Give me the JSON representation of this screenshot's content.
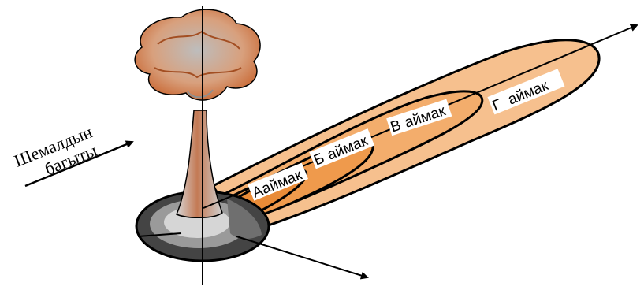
{
  "wind": {
    "line1": "Шемалдын",
    "line2": "багыты"
  },
  "zones": [
    {
      "letter": "А",
      "word": "аймак"
    },
    {
      "letter": "Б",
      "word": "аймак"
    },
    {
      "letter": "В",
      "word": "аймак"
    },
    {
      "letter": "Г",
      "word": "аймак"
    }
  ],
  "colors": {
    "plume_outer": "#f6c08e",
    "plume_mid": "#f3ad6c",
    "plume_inner": "#ef9a4c",
    "plume_core": "#e98b37",
    "cloud_orange": "#c8642e",
    "cloud_grey": "#c9c9c9",
    "stem": "#c47a55",
    "ground_dark": "#444444",
    "ground_mid": "#9a9a9a",
    "ground_light": "#d6d6d6"
  }
}
